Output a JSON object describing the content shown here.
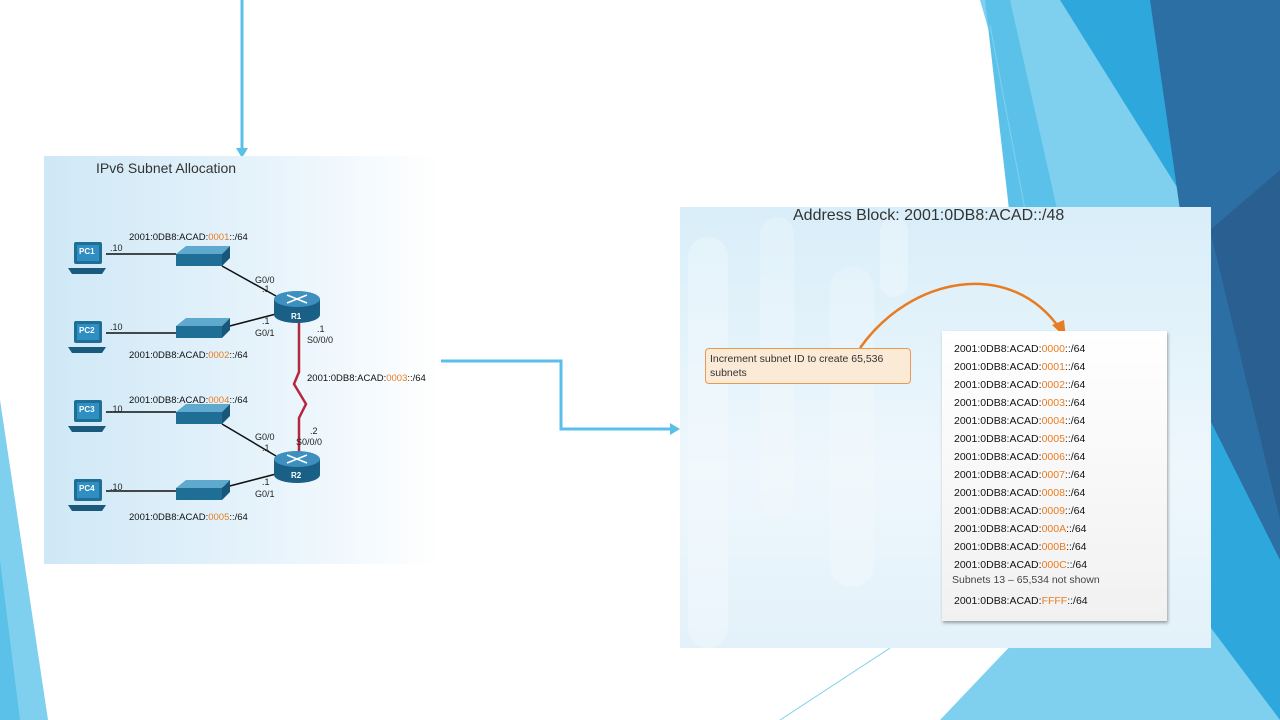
{
  "left_diagram": {
    "title": "IPv6 Subnet Allocation",
    "pcs": [
      "PC1",
      "PC2",
      "PC3",
      "PC4"
    ],
    "routers": [
      "R1",
      "R2"
    ],
    "host_suffix": ".10",
    "subnets": [
      {
        "prefix": "2001:0DB8:ACAD:",
        "id": "0001",
        "suffix": "::/64"
      },
      {
        "prefix": "2001:0DB8:ACAD:",
        "id": "0002",
        "suffix": "::/64"
      },
      {
        "prefix": "2001:0DB8:ACAD:",
        "id": "0003",
        "suffix": "::/64"
      },
      {
        "prefix": "2001:0DB8:ACAD:",
        "id": "0004",
        "suffix": "::/64"
      },
      {
        "prefix": "2001:0DB8:ACAD:",
        "id": "0005",
        "suffix": "::/64"
      }
    ],
    "interfaces": {
      "r1_g00": "G0/0",
      "r1_g00_ip": ".1",
      "r1_g01": "G0/1",
      "r1_g01_ip": ".1",
      "r1_s000_ip": ".1",
      "r1_s000": "S0/0/0",
      "r2_s000_ip": ".2",
      "r2_s000": "S0/0/0",
      "r2_g00": "G0/0",
      "r2_g00_ip": ".1",
      "r2_g01": "G0/1",
      "r2_g01_ip": ".1"
    }
  },
  "right_diagram": {
    "title": "Address Block: 2001:0DB8:ACAD::/48",
    "callout": "Increment subnet ID to create 65,536 subnets",
    "prefix": "2001:0DB8:ACAD:",
    "suffix": "::/64",
    "subnet_ids": [
      "0000",
      "0001",
      "0002",
      "0003",
      "0004",
      "0005",
      "0006",
      "0007",
      "0008",
      "0009",
      "000A",
      "000B",
      "000C"
    ],
    "note": "Subnets 13 – 65,534 not shown",
    "last_id": "FFFF"
  },
  "colors": {
    "accent_blue": "#5bc0e8",
    "highlight_orange": "#e87c22",
    "serial_link": "#b5273c",
    "device_blue": "#1f6e96"
  }
}
